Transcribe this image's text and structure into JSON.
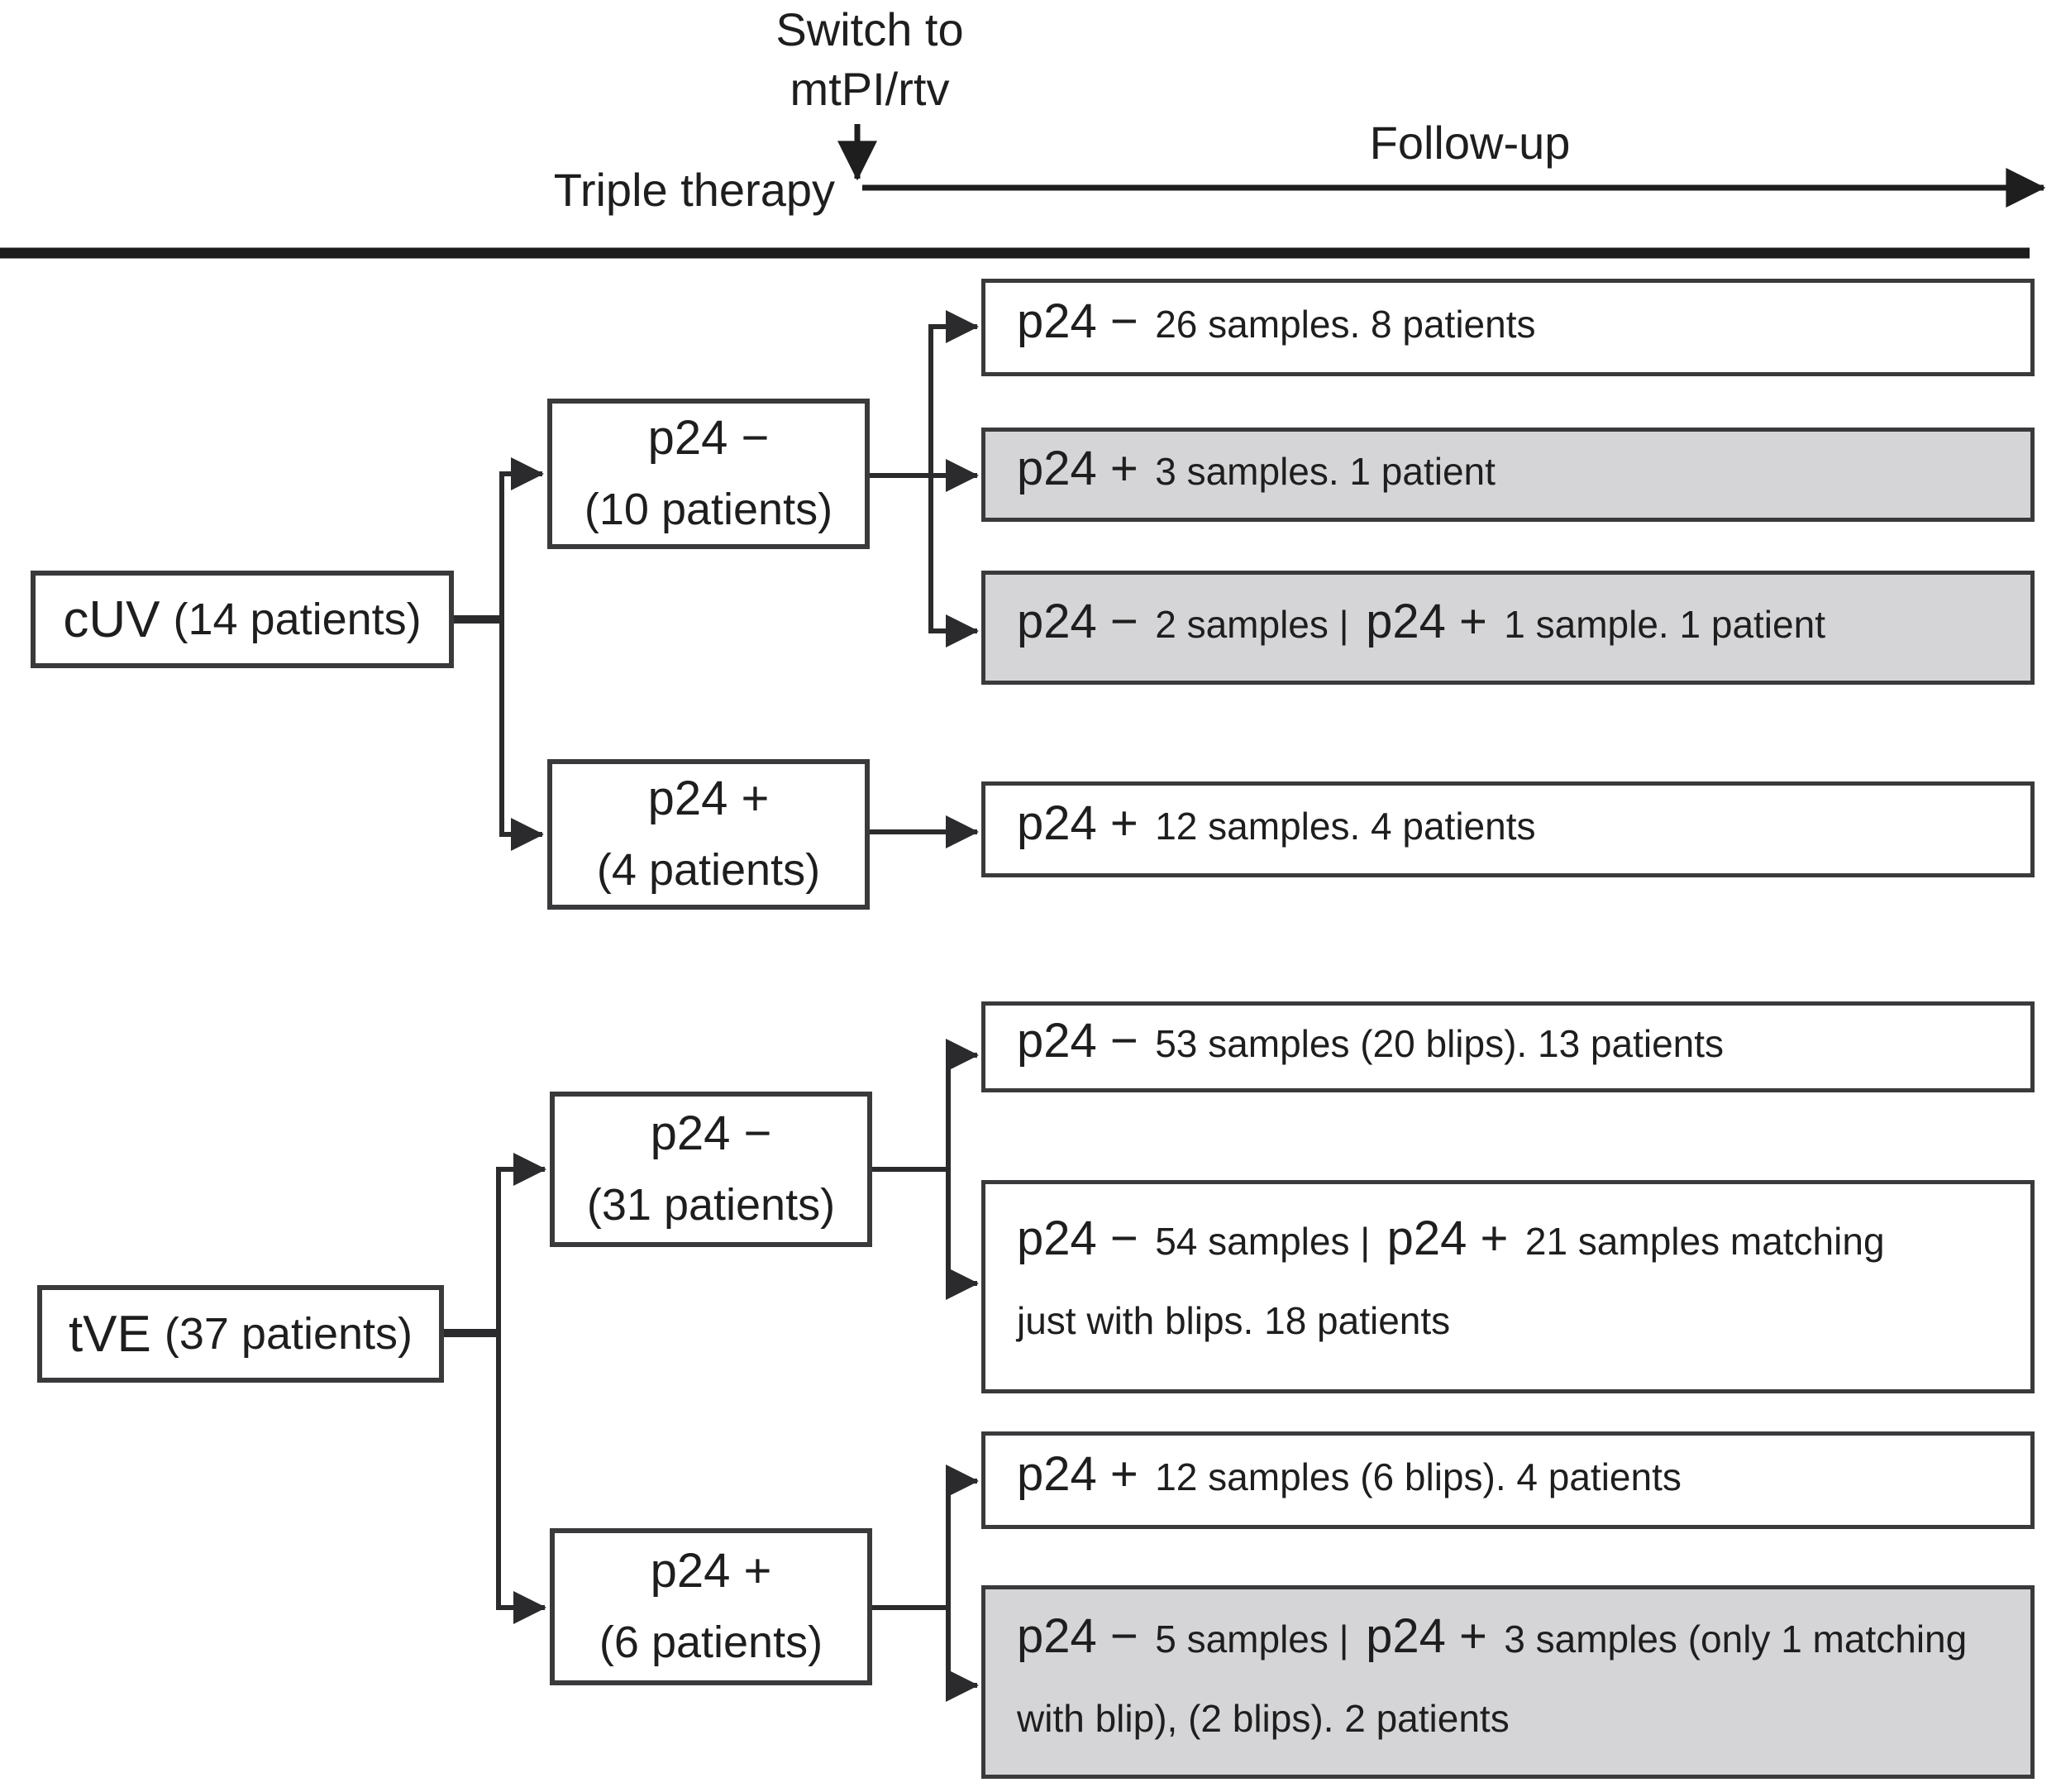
{
  "header": {
    "switch_line1": "Switch to",
    "switch_line2": "mtPI/rtv",
    "triple_therapy": "Triple therapy",
    "follow_up": "Follow-up"
  },
  "colors": {
    "shaded_box_fill": "#d5d5d7",
    "box_border": "#3a3a3c",
    "connector": "#2b2b2d",
    "divider_rule": "#1b1b1b",
    "text": "#1e1e1e"
  },
  "boxes": {
    "cuv_root": {
      "big": "cUV",
      "small": "(14 patients)"
    },
    "tve_root": {
      "big": "tVE",
      "small": "(37 patients)"
    },
    "cuv_neg": {
      "line1": "p24 −",
      "line2": "(10 patients)"
    },
    "cuv_pos": {
      "line1": "p24 +",
      "line2": "(4 patients)"
    },
    "tve_neg": {
      "line1": "p24 −",
      "line2": "(31 patients)"
    },
    "tve_pos": {
      "line1": "p24 +",
      "line2": "(6 patients)"
    },
    "out_a": {
      "shaded": false,
      "seg1_big": "p24 −",
      "seg1_small": "26 samples. 8 patients"
    },
    "out_b": {
      "shaded": true,
      "seg1_big": "p24 +",
      "seg1_small": "3 samples. 1 patient"
    },
    "out_c": {
      "shaded": true,
      "seg1_big": "p24 −",
      "seg1_small": "2 samples |",
      "seg2_big": "p24 +",
      "seg2_small": "1 sample. 1 patient"
    },
    "out_d": {
      "shaded": false,
      "seg1_big": "p24 +",
      "seg1_small": "12 samples. 4 patients"
    },
    "out_e": {
      "shaded": false,
      "seg1_big": "p24 −",
      "seg1_small": "53 samples (20 blips). 13 patients"
    },
    "out_f": {
      "shaded": false,
      "seg1_big": "p24 −",
      "seg1_small": "54 samples |",
      "seg2_big": "p24 +",
      "seg2_small": "21 samples matching",
      "line2": "just with blips. 18 patients"
    },
    "out_g": {
      "shaded": false,
      "seg1_big": "p24 +",
      "seg1_small": "12 samples (6 blips). 4 patients"
    },
    "out_h": {
      "shaded": true,
      "seg1_big": "p24 −",
      "seg1_small": "5 samples |",
      "seg2_big": "p24 +",
      "seg2_small": "3 samples (only 1 matching",
      "line2": "with blip), (2 blips). 2 patients"
    }
  }
}
